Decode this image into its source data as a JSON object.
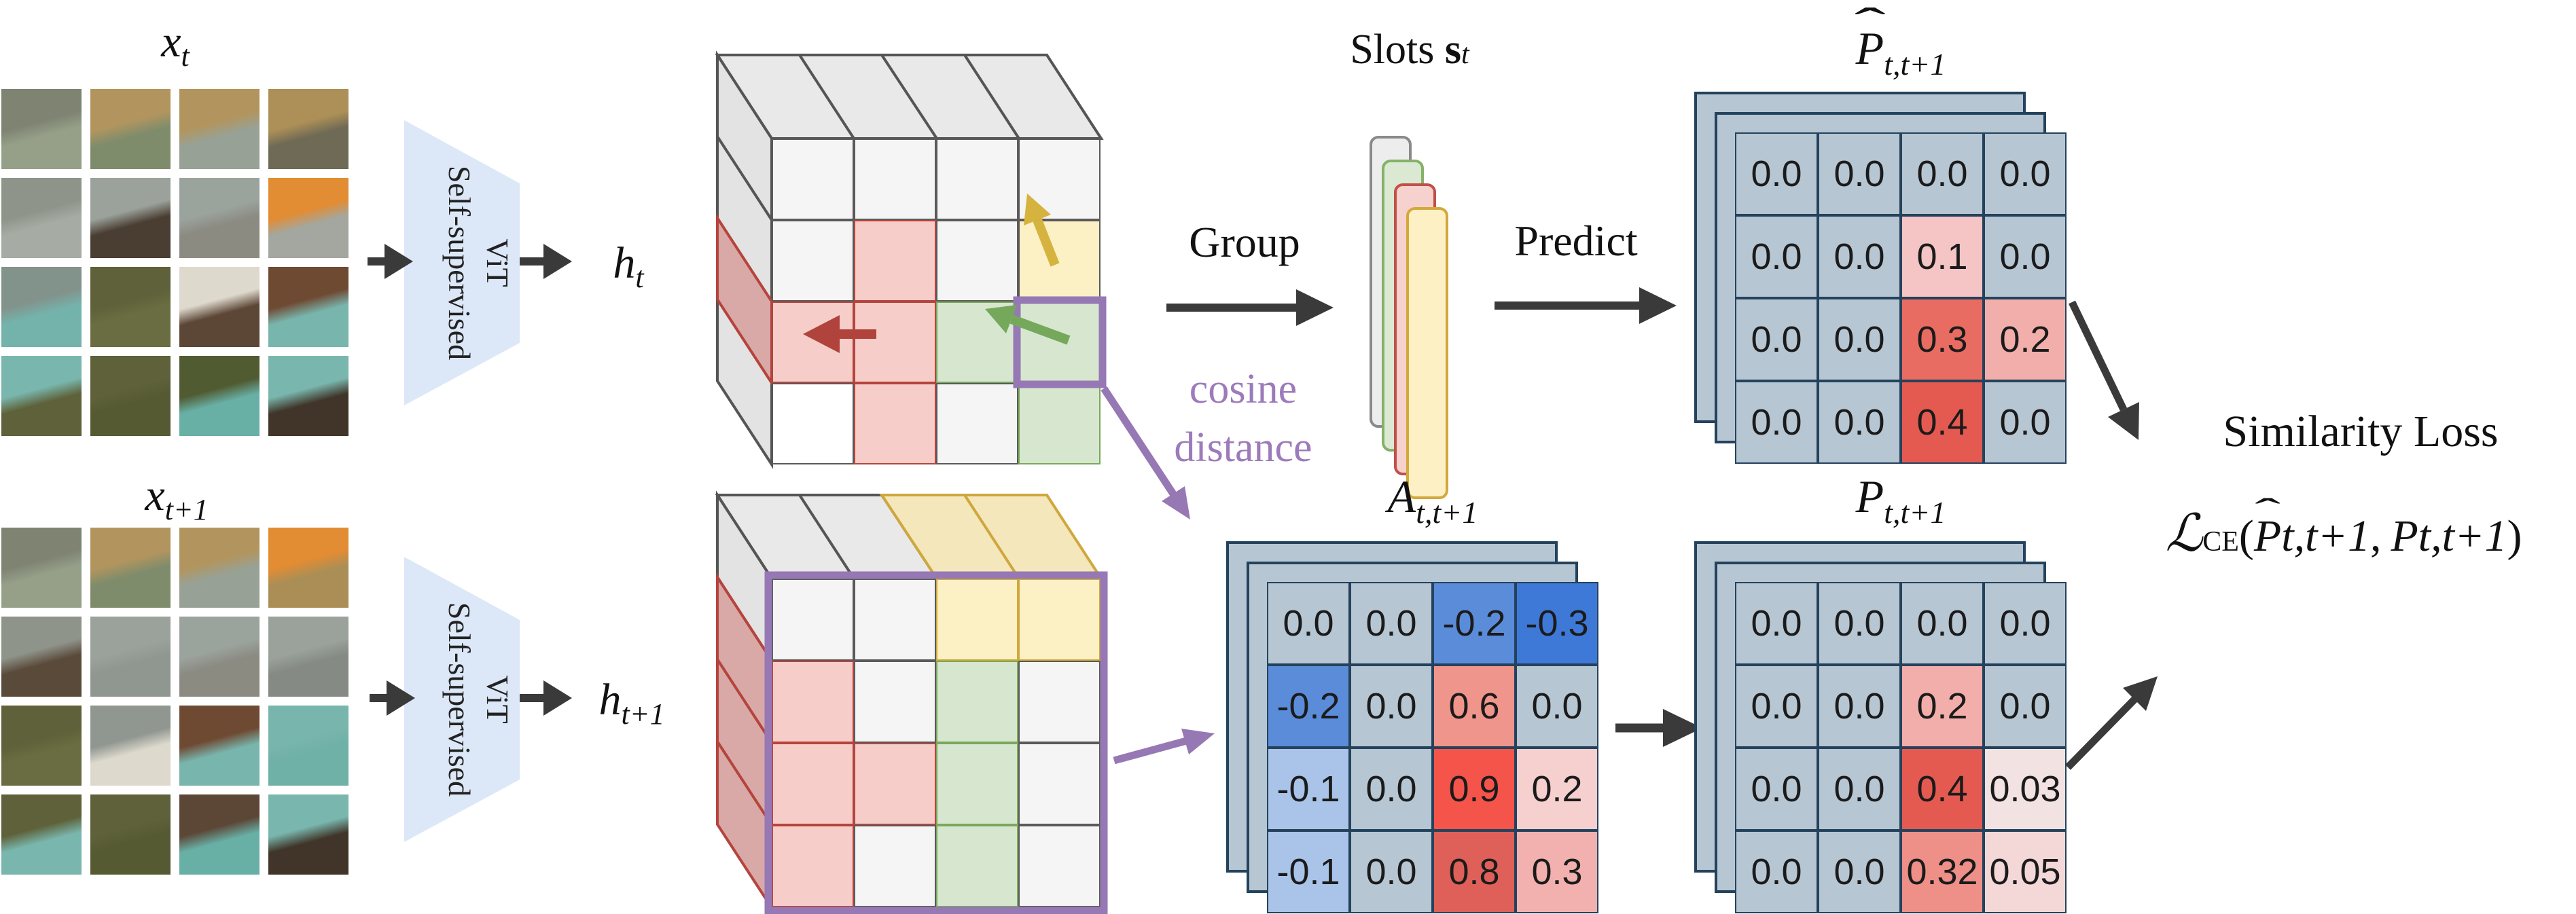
{
  "colors": {
    "matrix_base": "#b7c6d3",
    "matrix_border": "#24425c",
    "purple_accent": "#9678b4",
    "red_accent": "#b5443d",
    "green_accent": "#79a85b",
    "yellow_accent": "#cfa83d",
    "arrow_dark": "#3a3a3a",
    "trapezoid_fill": "#dce8f8"
  },
  "chars": {
    "hat": "ˆ"
  },
  "labels": {
    "x_t": {
      "main": "x",
      "sub": "t"
    },
    "x_t1": {
      "main": "x",
      "sub": "t+1"
    },
    "h_t": {
      "main": "h",
      "sub": "t"
    },
    "h_t1": {
      "main": "h",
      "sub": "t+1"
    },
    "vit": {
      "line1": "Self-supervised",
      "line2": "ViT"
    },
    "group": "Group",
    "predict": "Predict",
    "slots": {
      "pre": "Slots ",
      "bold": "s",
      "sub": "t"
    },
    "cosine": {
      "line1": "cosine",
      "line2": "distance"
    },
    "similarity_loss": "Similarity Loss",
    "formula": {
      "l": "ℒ",
      "l_sub": "CE",
      "open": "(",
      "p_hat": "P",
      "p_hat_sub": "t,t+1",
      "comma": ",",
      "p": "P",
      "p_sub": "t,t+1",
      "close": ")"
    }
  },
  "matrices": {
    "p_hat": {
      "title": {
        "main": "P",
        "hat": true,
        "sub": "t,t+1"
      },
      "values": [
        [
          "0.0",
          "0.0",
          "0.0",
          "0.0"
        ],
        [
          "0.0",
          "0.0",
          "0.1",
          "0.0"
        ],
        [
          "0.0",
          "0.0",
          "0.3",
          "0.2"
        ],
        [
          "0.0",
          "0.0",
          "0.4",
          "0.0"
        ]
      ],
      "cell_colors": [
        [
          null,
          null,
          null,
          null
        ],
        [
          null,
          null,
          "#f4c5c4",
          null
        ],
        [
          null,
          null,
          "#e96c63",
          "#f2aeab"
        ],
        [
          null,
          null,
          "#e45a51",
          null
        ]
      ]
    },
    "a": {
      "title": {
        "main": "A",
        "hat": false,
        "sub": "t,t+1"
      },
      "values": [
        [
          "0.0",
          "0.0",
          "-0.2",
          "-0.3"
        ],
        [
          "-0.2",
          "0.0",
          "0.6",
          "0.0"
        ],
        [
          "-0.1",
          "0.0",
          "0.9",
          "0.2"
        ],
        [
          "-0.1",
          "0.0",
          "0.8",
          "0.3"
        ]
      ],
      "cell_colors": [
        [
          null,
          null,
          "#5b8cda",
          "#3e79d8"
        ],
        [
          "#5b8cda",
          null,
          "#f0958b",
          null
        ],
        [
          "#a9c4e8",
          null,
          "#f5544b",
          "#f6cfcf"
        ],
        [
          "#a9c4e8",
          null,
          "#de6058",
          "#f2b1ae"
        ]
      ]
    },
    "p": {
      "title": {
        "main": "P",
        "hat": false,
        "sub": "t,t+1"
      },
      "values": [
        [
          "0.0",
          "0.0",
          "0.0",
          "0.0"
        ],
        [
          "0.0",
          "0.0",
          "0.2",
          "0.0"
        ],
        [
          "0.0",
          "0.0",
          "0.4",
          "0.03"
        ],
        [
          "0.0",
          "0.0",
          "0.32",
          "0.05"
        ]
      ],
      "cell_colors": [
        [
          null,
          null,
          null,
          null
        ],
        [
          null,
          null,
          "#f2aeab",
          null
        ],
        [
          null,
          null,
          "#e45a51",
          "#f3e2e2"
        ],
        [
          null,
          null,
          "#ee8f88",
          "#f4d7d7"
        ]
      ]
    }
  },
  "cubes": {
    "t": {
      "front": [
        [
          "w",
          "w",
          "w",
          "w"
        ],
        [
          "w",
          "p",
          "w",
          "y"
        ],
        [
          "p",
          "p",
          "g",
          "g"
        ],
        [
          "W",
          "p",
          "w",
          "g"
        ]
      ]
    },
    "t1": {
      "front": [
        [
          "w",
          "w",
          "yy",
          "yy"
        ],
        [
          "p",
          "w",
          "g",
          "w"
        ],
        [
          "p",
          "p",
          "g",
          "w"
        ],
        [
          "p",
          "w",
          "g",
          "w"
        ]
      ]
    }
  },
  "photos": {
    "t": [
      [
        [
          "#7e8372",
          "#96a089"
        ],
        [
          "#b2955e",
          "#7f8c6b"
        ],
        [
          "#b2955e",
          "#98a195"
        ],
        [
          "#ad9057",
          "#6f6a55"
        ]
      ],
      [
        [
          "#8f948b",
          "#a6aba3"
        ],
        [
          "#9aa29b",
          "#4a3d31"
        ],
        [
          "#9ba39d",
          "#8b8b82"
        ],
        [
          "#e28c33",
          "#a3a79f"
        ]
      ],
      [
        [
          "#82938c",
          "#74b3ab"
        ],
        [
          "#5e6139",
          "#6a6c41"
        ],
        [
          "#ded9cd",
          "#5c4737"
        ],
        [
          "#6f4a33",
          "#78b5ad"
        ]
      ],
      [
        [
          "#79b7ae",
          "#5e6139"
        ],
        [
          "#5e6139",
          "#565a33"
        ],
        [
          "#515b32",
          "#68b0a6"
        ],
        [
          "#79b7ae",
          "#413529"
        ]
      ]
    ],
    "t1": [
      [
        [
          "#7e8372",
          "#96a089"
        ],
        [
          "#b2955e",
          "#7f8c6b"
        ],
        [
          "#b2955e",
          "#98a195"
        ],
        [
          "#e28c33",
          "#ab8e55"
        ]
      ],
      [
        [
          "#8f948b",
          "#5a4a3a"
        ],
        [
          "#9aa29b",
          "#8f9790"
        ],
        [
          "#9ba39d",
          "#8b8b82"
        ],
        [
          "#9aa29b",
          "#858a84"
        ]
      ],
      [
        [
          "#5e6139",
          "#6a6c41"
        ],
        [
          "#8f9790",
          "#ded9cd"
        ],
        [
          "#6f4a33",
          "#78b5ad"
        ],
        [
          "#78b5ad",
          "#6fb0a7"
        ]
      ],
      [
        [
          "#5e6139",
          "#79b7ae"
        ],
        [
          "#5e6139",
          "#565a33"
        ],
        [
          "#5c4737",
          "#68b0a6"
        ],
        [
          "#79b7ae",
          "#413529"
        ]
      ]
    ]
  },
  "slots_stack": [
    {
      "name": "slot-gray",
      "fill": "#ededed",
      "border": "#8a8a8a"
    },
    {
      "name": "slot-green",
      "fill": "#dbe9d3",
      "border": "#84b268"
    },
    {
      "name": "slot-red",
      "fill": "#f7d1ce",
      "border": "#c05048"
    },
    {
      "name": "slot-yellow",
      "fill": "#fdf0c4",
      "border": "#d2a93c"
    }
  ]
}
